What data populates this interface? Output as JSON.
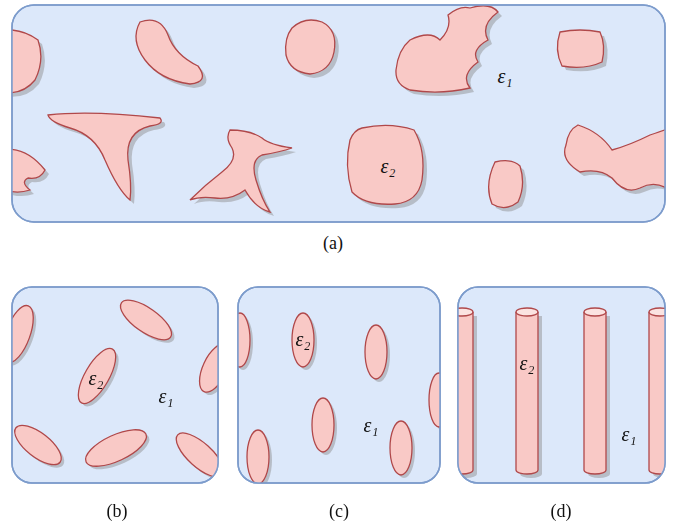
{
  "diagram": {
    "nodes": [
      {
        "text": [
          "ε₁",
          "(a)"
        ]
      },
      {
        "text": [
          "ε₂"
        ],
        "in": 0
      },
      {
        "text": [
          "ε₁",
          "(b)"
        ]
      },
      {
        "text": [
          "ε₂"
        ],
        "in": 2
      },
      {
        "text": [
          "ε₁",
          "(c)"
        ]
      },
      {
        "text": [
          "ε₂"
        ],
        "in": 4
      },
      {
        "text": [
          "ε₁",
          "(d)"
        ]
      },
      {
        "text": [
          "ε₂"
        ],
        "in": 6
      }
    ]
  }
}
